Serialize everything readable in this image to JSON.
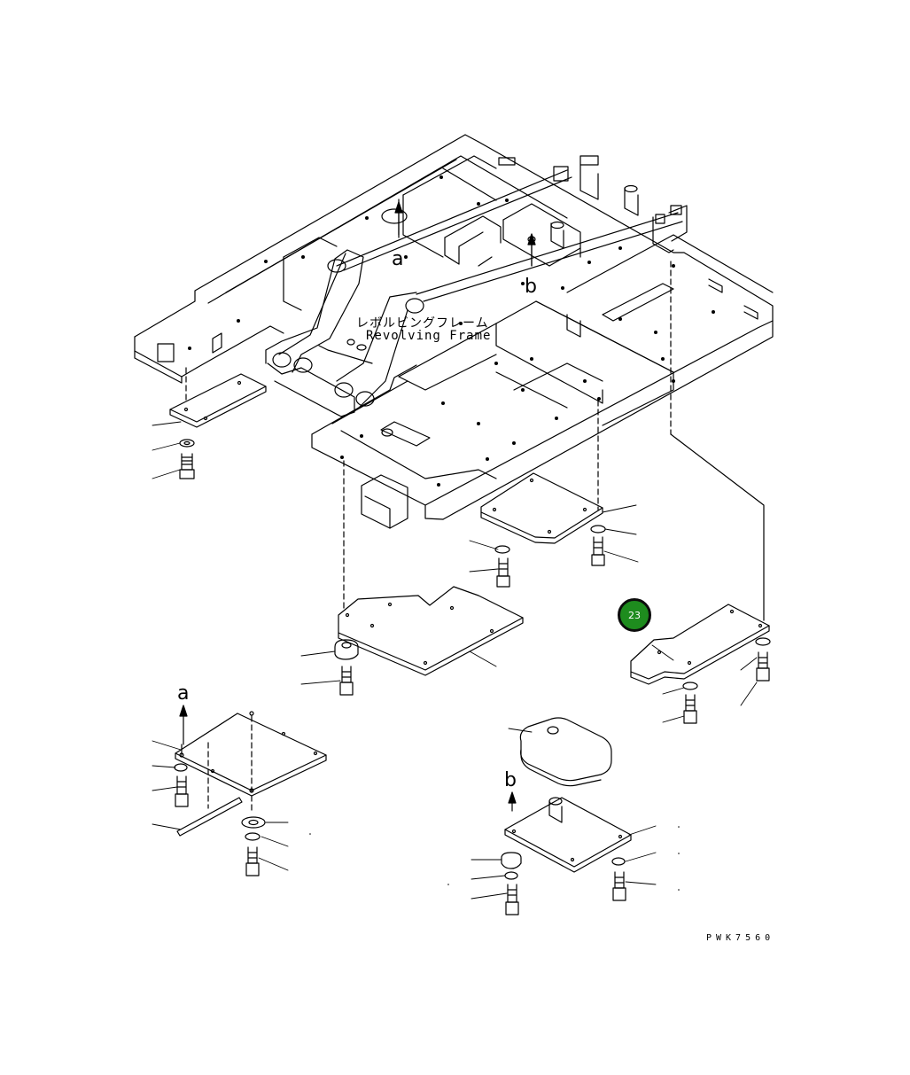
{
  "frame_label_jp": "レボルビングフレーム",
  "frame_label_en": "Revolving Frame",
  "view_markers": [
    "a",
    "b",
    "a",
    "b"
  ],
  "callout": {
    "number": "23",
    "color": "#1e8c1e"
  },
  "drawing_code": "PWK7560"
}
